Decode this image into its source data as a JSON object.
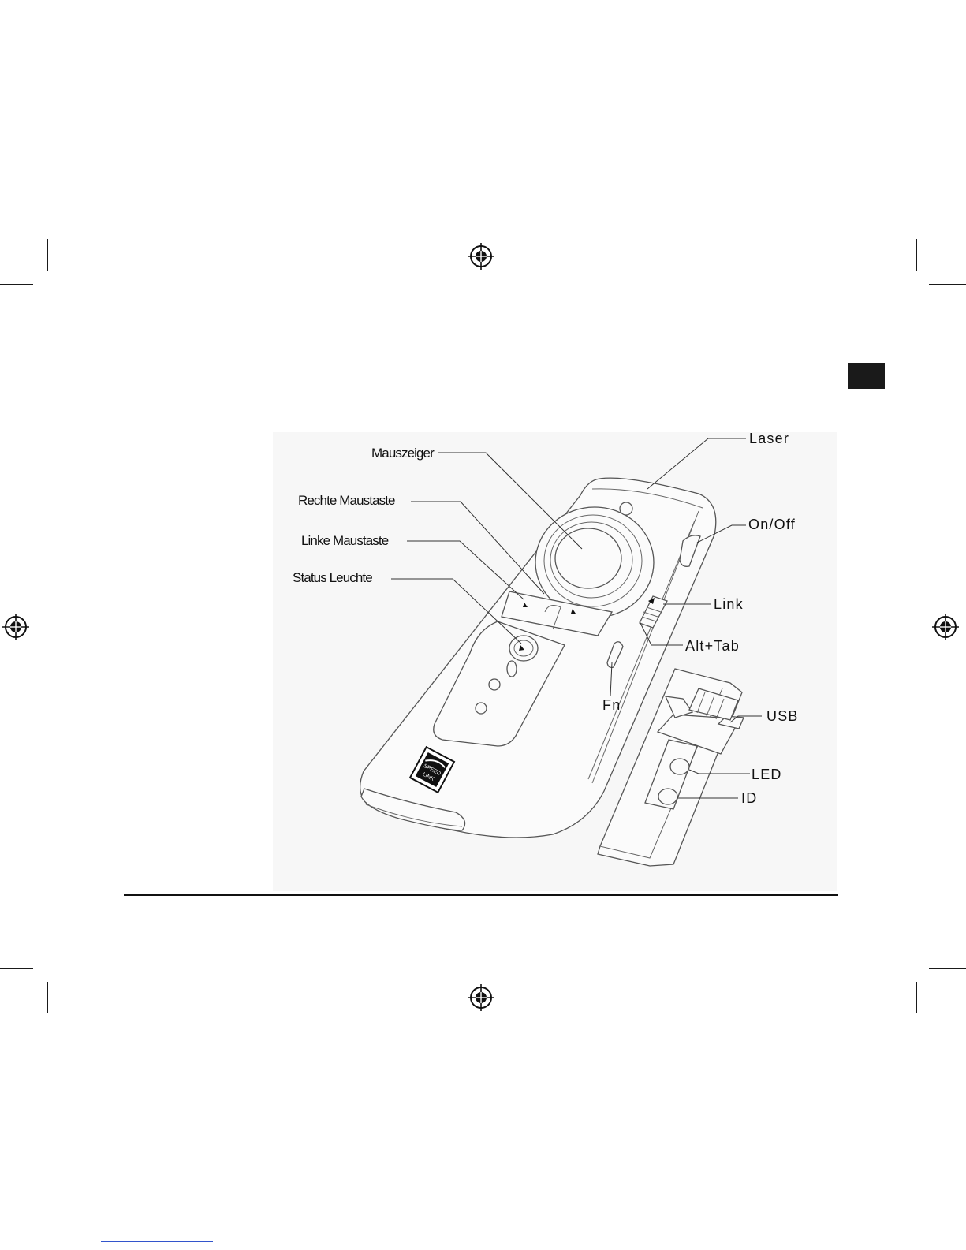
{
  "labels": {
    "mauszeiger": "Mauszeiger",
    "rechte_maustaste": "Rechte Maustaste",
    "linke_maustaste": "Linke Maustaste",
    "status_leuchte": "Status Leuchte",
    "laser": "Laser",
    "on_off": "On/Off",
    "link": "Link",
    "alt_tab": "Alt+Tab",
    "fn": "Fn",
    "usb": "USB",
    "led": "LED",
    "id": "ID"
  },
  "logo": {
    "text_top": "SPEED",
    "text_bottom": "LINK"
  },
  "icons": [
    "registration-mark-icon",
    "crop-mark-icon"
  ],
  "colors": {
    "ink": "#111111",
    "figure_background": "#f7f7f7",
    "link_underline": "#3355cc"
  }
}
